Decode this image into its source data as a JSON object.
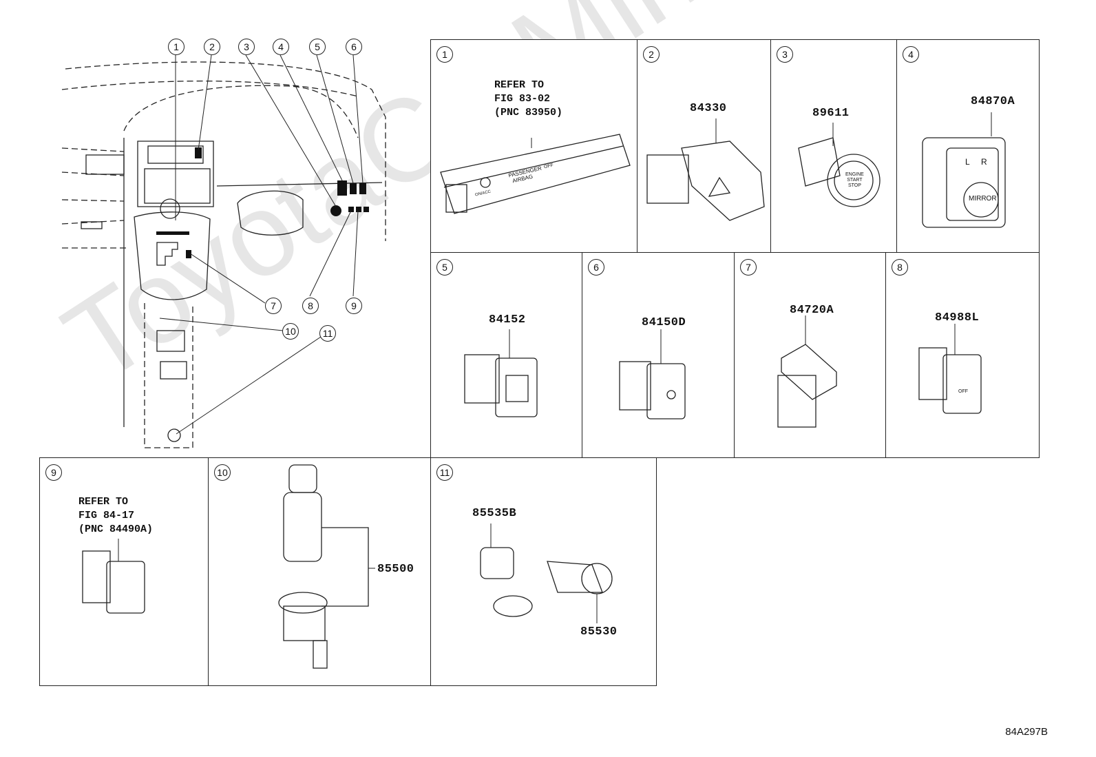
{
  "watermark": "ToyotaCarMine.ru",
  "diagram_code": "84A297B",
  "overview_callouts": [
    "1",
    "2",
    "3",
    "4",
    "5",
    "6",
    "7",
    "8",
    "9",
    "10",
    "11"
  ],
  "panels": [
    {
      "num": "1",
      "refer": "REFER TO\nFIG 83-02\n(PNC 83950)",
      "part": "",
      "labels": [
        "PASSENGER",
        "AIRBAG",
        "OFF",
        "ON/ACC"
      ]
    },
    {
      "num": "2",
      "part": "84330"
    },
    {
      "num": "3",
      "part": "89611",
      "labels": [
        "ENGINE",
        "START",
        "STOP"
      ]
    },
    {
      "num": "4",
      "part": "84870A",
      "labels": [
        "L",
        "R",
        "MIRROR"
      ]
    },
    {
      "num": "5",
      "part": "84152"
    },
    {
      "num": "6",
      "part": "84150D"
    },
    {
      "num": "7",
      "part": "84720A"
    },
    {
      "num": "8",
      "part": "84988L",
      "labels": [
        "OFF"
      ]
    },
    {
      "num": "9",
      "refer": "REFER TO\nFIG 84-17\n(PNC 84490A)",
      "part": ""
    },
    {
      "num": "10",
      "part": "85500"
    },
    {
      "num": "11",
      "parts": [
        "85535B",
        "85530"
      ]
    }
  ]
}
